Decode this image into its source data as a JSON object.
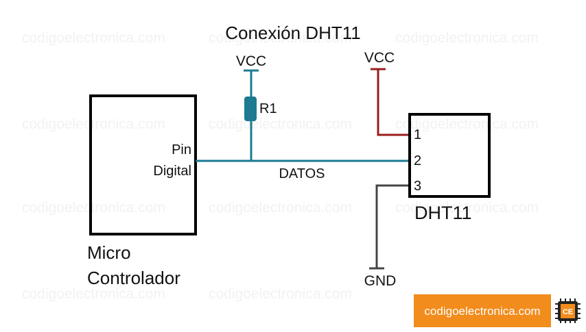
{
  "title": "Conexión DHT11",
  "watermark": "codigoelectronica.com",
  "microcontroller": {
    "pin_line1": "Pin",
    "pin_line2": "Digital",
    "label_line1": "Micro",
    "label_line2": "Controlador"
  },
  "resistor": {
    "label": "R1",
    "supply_label": "VCC"
  },
  "sensor": {
    "label": "DHT11",
    "supply_label": "VCC",
    "ground_label": "GND",
    "pins": [
      "1",
      "2",
      "3"
    ]
  },
  "data_line_label": "DATOS",
  "brand": {
    "text": "codigoelectronica.com",
    "logo_letters": "CE"
  },
  "colors": {
    "data_wire": "#1d7a91",
    "vcc_wire": "#9b1c1c",
    "gnd_wire": "#444444",
    "resistor_fill": "#1d7a91",
    "brand_bg": "#f28c1c",
    "component_outline": "#000000"
  }
}
